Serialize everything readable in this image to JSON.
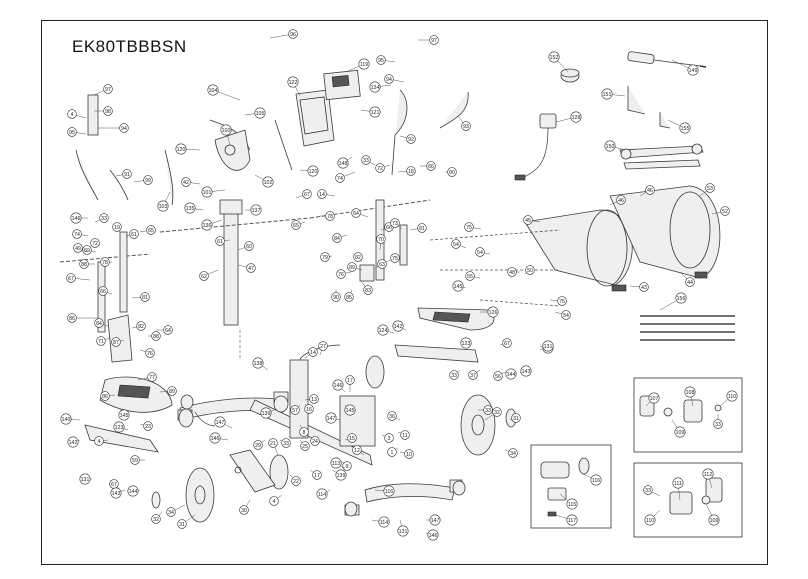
{
  "model_code": "EK80TBBBSN",
  "part_numbers": {
    "center": [
      "96",
      "97",
      "95",
      "122",
      "119",
      "134",
      "94",
      "121",
      "104",
      "105",
      "100",
      "120",
      "92",
      "93",
      "103",
      "42",
      "102",
      "101",
      "148",
      "74",
      "33",
      "72",
      "66",
      "80",
      "18",
      "135",
      "136",
      "137",
      "61",
      "60",
      "62",
      "47",
      "67",
      "65",
      "78",
      "79",
      "84",
      "64",
      "66",
      "73",
      "81",
      "75",
      "76",
      "83",
      "82",
      "89",
      "90",
      "85",
      "63",
      "70",
      "14",
      "120"
    ],
    "left": [
      "97",
      "98",
      "4",
      "95",
      "94",
      "91",
      "99",
      "146",
      "33",
      "74",
      "72",
      "19",
      "61",
      "65",
      "69",
      "49",
      "88",
      "67",
      "66",
      "86",
      "78",
      "84",
      "81",
      "71",
      "82",
      "87",
      "64",
      "88",
      "76",
      "77",
      "89",
      "86",
      "145",
      "23",
      "140",
      "142",
      "4",
      "123",
      "141",
      "55",
      "124",
      "33",
      "125"
    ],
    "right_frame": [
      "46",
      "45",
      "53",
      "52",
      "54",
      "43",
      "44",
      "75",
      "46",
      "54",
      "54",
      "48",
      "50",
      "55",
      "75",
      "145",
      "126",
      "124",
      "142",
      "123",
      "129",
      "67",
      "131",
      "33",
      "37",
      "144",
      "143",
      "56"
    ],
    "bottom": [
      "131",
      "67",
      "143",
      "144",
      "59",
      "32",
      "34",
      "31",
      "30",
      "147",
      "146",
      "138",
      "21",
      "4",
      "8",
      "9",
      "15",
      "13",
      "57",
      "147",
      "145",
      "146",
      "27",
      "14",
      "16",
      "139",
      "29",
      "33",
      "25",
      "24",
      "22",
      "17",
      "139",
      "116",
      "113",
      "114",
      "114",
      "131",
      "147",
      "146",
      "17",
      "3",
      "12",
      "10",
      "11",
      "1",
      "36",
      "32",
      "33",
      "31",
      "34"
    ],
    "tools": [
      "152",
      "149",
      "128",
      "151",
      "155",
      "150",
      "156"
    ],
    "detail_boxes": [
      {
        "labels": [
          "107",
          "108",
          "109",
          "110",
          "33"
        ]
      },
      {
        "labels": [
          "116",
          "115",
          "117"
        ]
      },
      {
        "labels": [
          "111",
          "112",
          "109",
          "33",
          "110"
        ]
      }
    ]
  }
}
